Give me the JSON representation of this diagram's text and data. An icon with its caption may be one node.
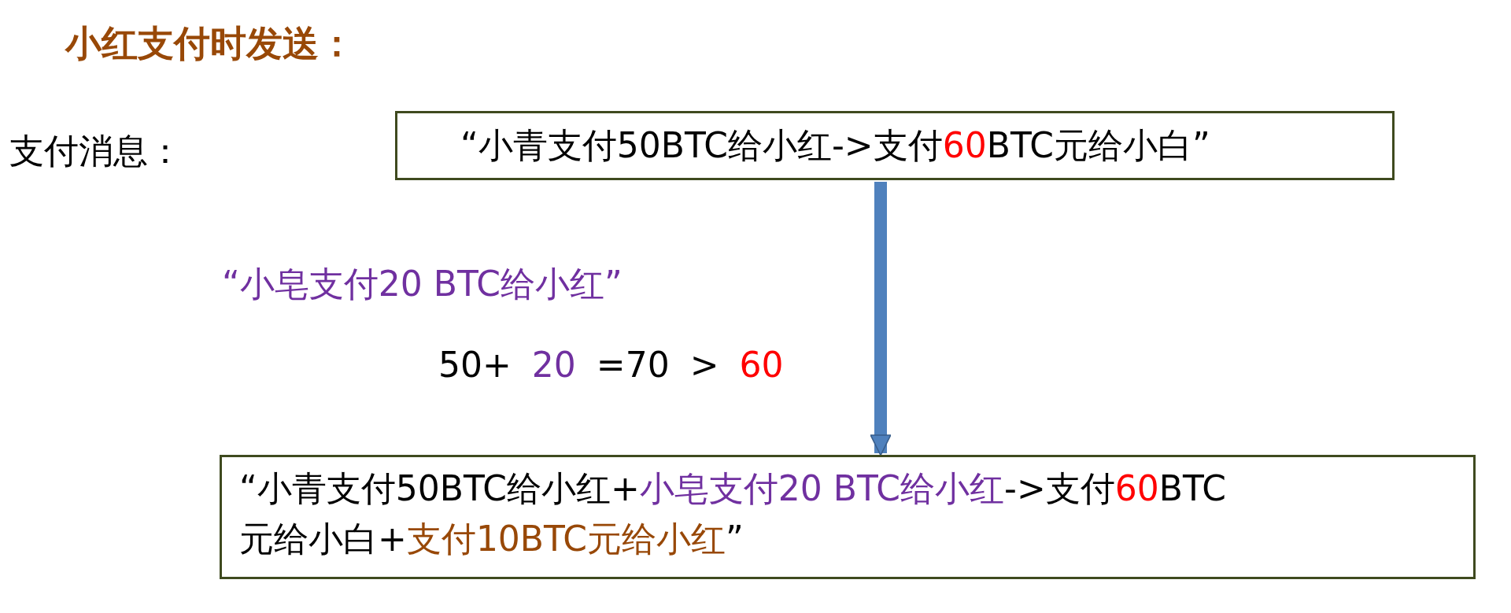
{
  "diagram": {
    "title": "小红支付时发送：",
    "nodes": [
      {
        "text": [
          "“小青支付50BTC给小红->支付60BTC元给小白”"
        ]
      },
      {
        "text": [
          "“小青支付50BTC给小红+小皂支付20 BTC给小红->支付60BTC元给小白+支付10BTC元给小红”"
        ]
      }
    ],
    "edges": [
      {
        "from": 0,
        "to": 1,
        "arrow": "to"
      }
    ],
    "labels": [
      "支付消息：",
      "“小皂支付20 BTC给小红”",
      "50+ 20 =70 > 60"
    ]
  }
}
